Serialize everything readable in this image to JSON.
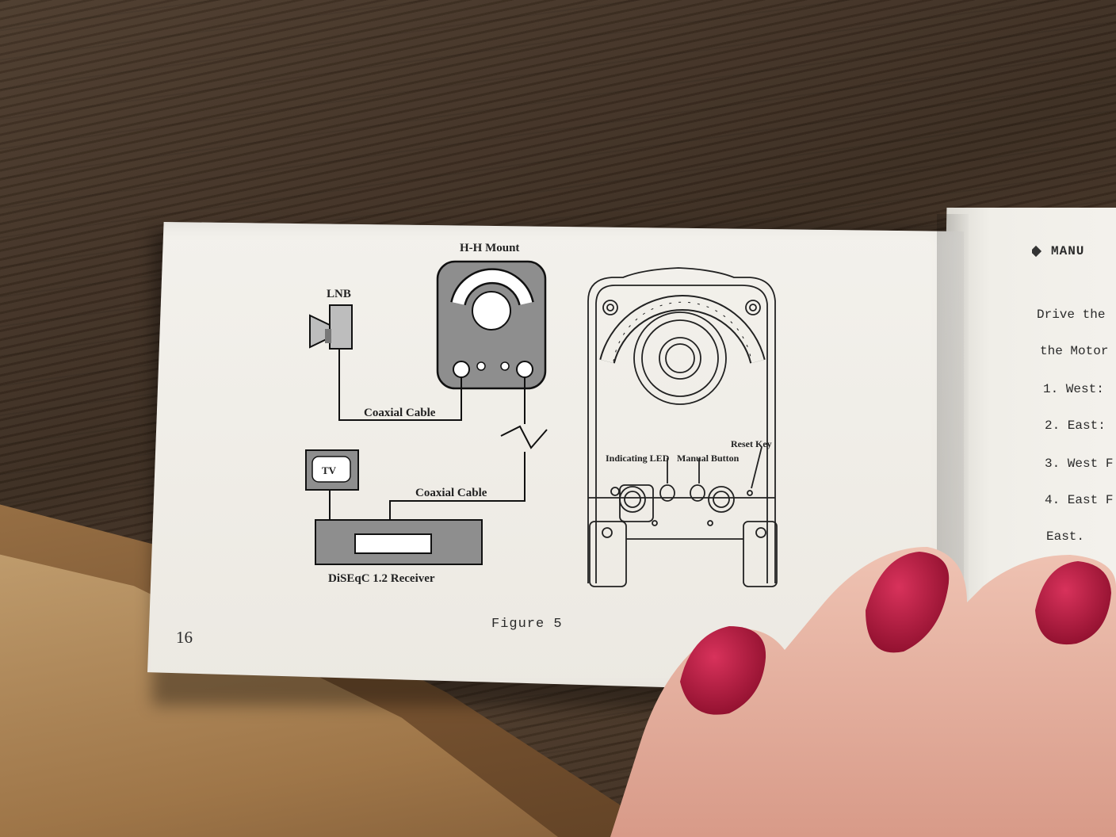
{
  "diagram": {
    "lnb_label": "LNB",
    "mount_label": "H-H Mount",
    "coax_upper": "Coaxial Cable",
    "coax_lower": "Coaxial Cable",
    "tv_label": "TV",
    "receiver_label": "DiSEqC 1.2 Receiver",
    "indicating_led": "Indicating LED",
    "manual_button": "Manual Button",
    "reset_key": "Reset Key",
    "caption": "Figure 5"
  },
  "page_number": "16",
  "right_page": {
    "header": "MANU",
    "lines": [
      "Drive the",
      "the Motor",
      "1. West:",
      "2. East:",
      "3. West F",
      "4. East F",
      "East."
    ]
  },
  "colors": {
    "paper": "#f1efe9",
    "wood": "#3f2f22",
    "nail": "#b0193f",
    "skin": "#e8b8a8",
    "device_fill": "#8e8e8e"
  }
}
